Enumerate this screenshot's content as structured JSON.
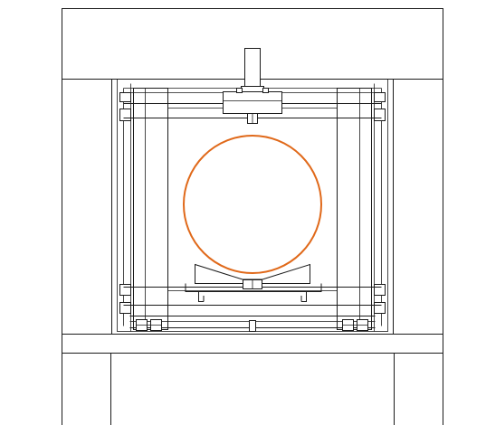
{
  "drawing": {
    "colors": {
      "line": "#1a1a1a",
      "workpiece": "#e0691a",
      "background": "#ffffff"
    },
    "components": [
      "outer-frame",
      "top-beam",
      "base-beam",
      "left-leg",
      "right-leg",
      "inner-frame",
      "left-guide-column",
      "right-guide-column",
      "upper-crossbar",
      "lower-crossbar",
      "top-clamp",
      "v-block-cradle",
      "circular-workpiece",
      "bottom-rollers"
    ]
  }
}
